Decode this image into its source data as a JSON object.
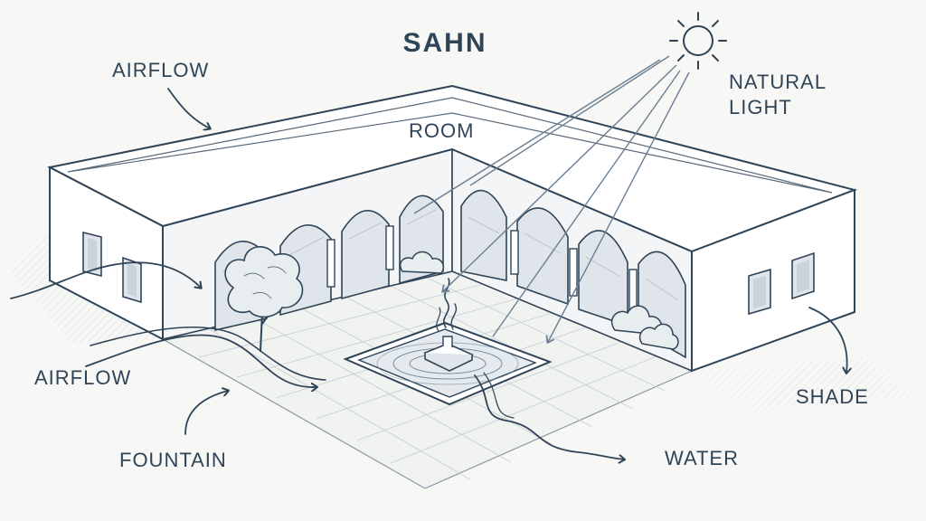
{
  "title": "SAHN",
  "labels": {
    "airflow_top": "AIRFLOW",
    "natural_light_1": "NATURAL",
    "natural_light_2": "LIGHT",
    "room": "ROOM",
    "airflow_left": "AIRFLOW",
    "shade": "SHADE",
    "fountain": "FOUNTAIN",
    "water": "WATER"
  },
  "colors": {
    "ink": "#2f4457",
    "background": "#f7f8f5",
    "wall_front": "#ffffff",
    "wall_side": "#eef1f3",
    "shadow": "#dfe4e8"
  },
  "icons": [
    "sun-icon",
    "tree-icon",
    "shrub-icon",
    "fountain-icon",
    "arrow-icon"
  ]
}
